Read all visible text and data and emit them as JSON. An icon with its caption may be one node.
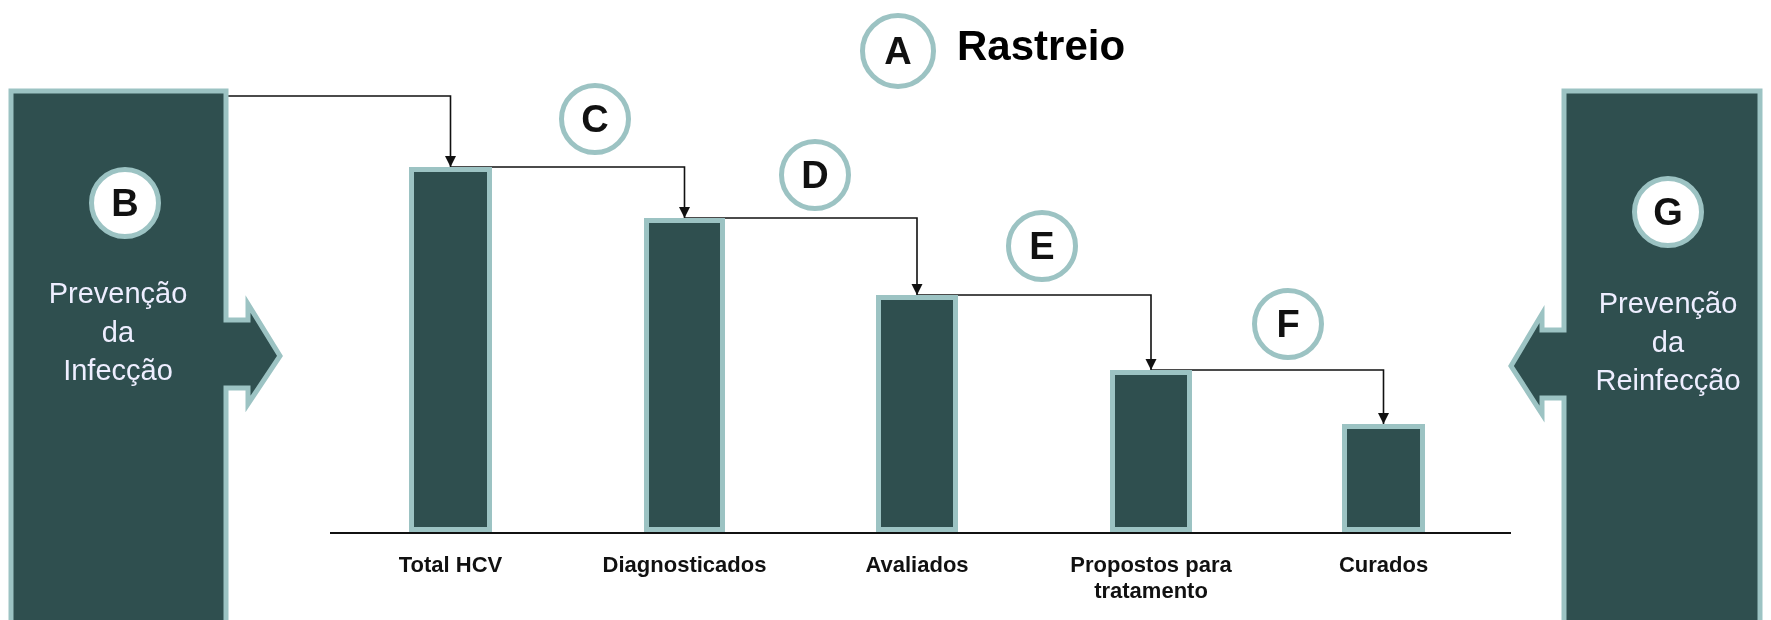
{
  "diagram": {
    "nodes": [
      {
        "text": [
          "A"
        ],
        "beside": [
          "Rastreio"
        ]
      },
      {
        "text": [
          "B",
          "Prevenção da Infecção"
        ]
      },
      {
        "text": [],
        "shape": "bar",
        "beside": [
          "Total HCV"
        ]
      },
      {
        "text": [],
        "shape": "bar",
        "beside": [
          "Diagnosticados"
        ]
      },
      {
        "text": [],
        "shape": "bar",
        "beside": [
          "Avaliados"
        ]
      },
      {
        "text": [],
        "shape": "bar",
        "beside": [
          "Propostos para tratamento"
        ]
      },
      {
        "text": [],
        "shape": "bar",
        "beside": [
          "Curados"
        ]
      },
      {
        "text": [
          "G",
          "Prevenção da Reinfecção"
        ]
      },
      {
        "text": [
          "C"
        ]
      },
      {
        "text": [
          "D"
        ]
      },
      {
        "text": [
          "E"
        ]
      },
      {
        "text": [
          "F"
        ]
      }
    ],
    "edges": [
      {
        "from": 1,
        "to": 2,
        "arrow": "to"
      },
      {
        "from": 2,
        "to": 3,
        "arrow": "to"
      },
      {
        "from": 3,
        "to": 4,
        "arrow": "to"
      },
      {
        "from": 4,
        "to": 5,
        "arrow": "to"
      },
      {
        "from": 5,
        "to": 6,
        "arrow": "to"
      }
    ]
  }
}
